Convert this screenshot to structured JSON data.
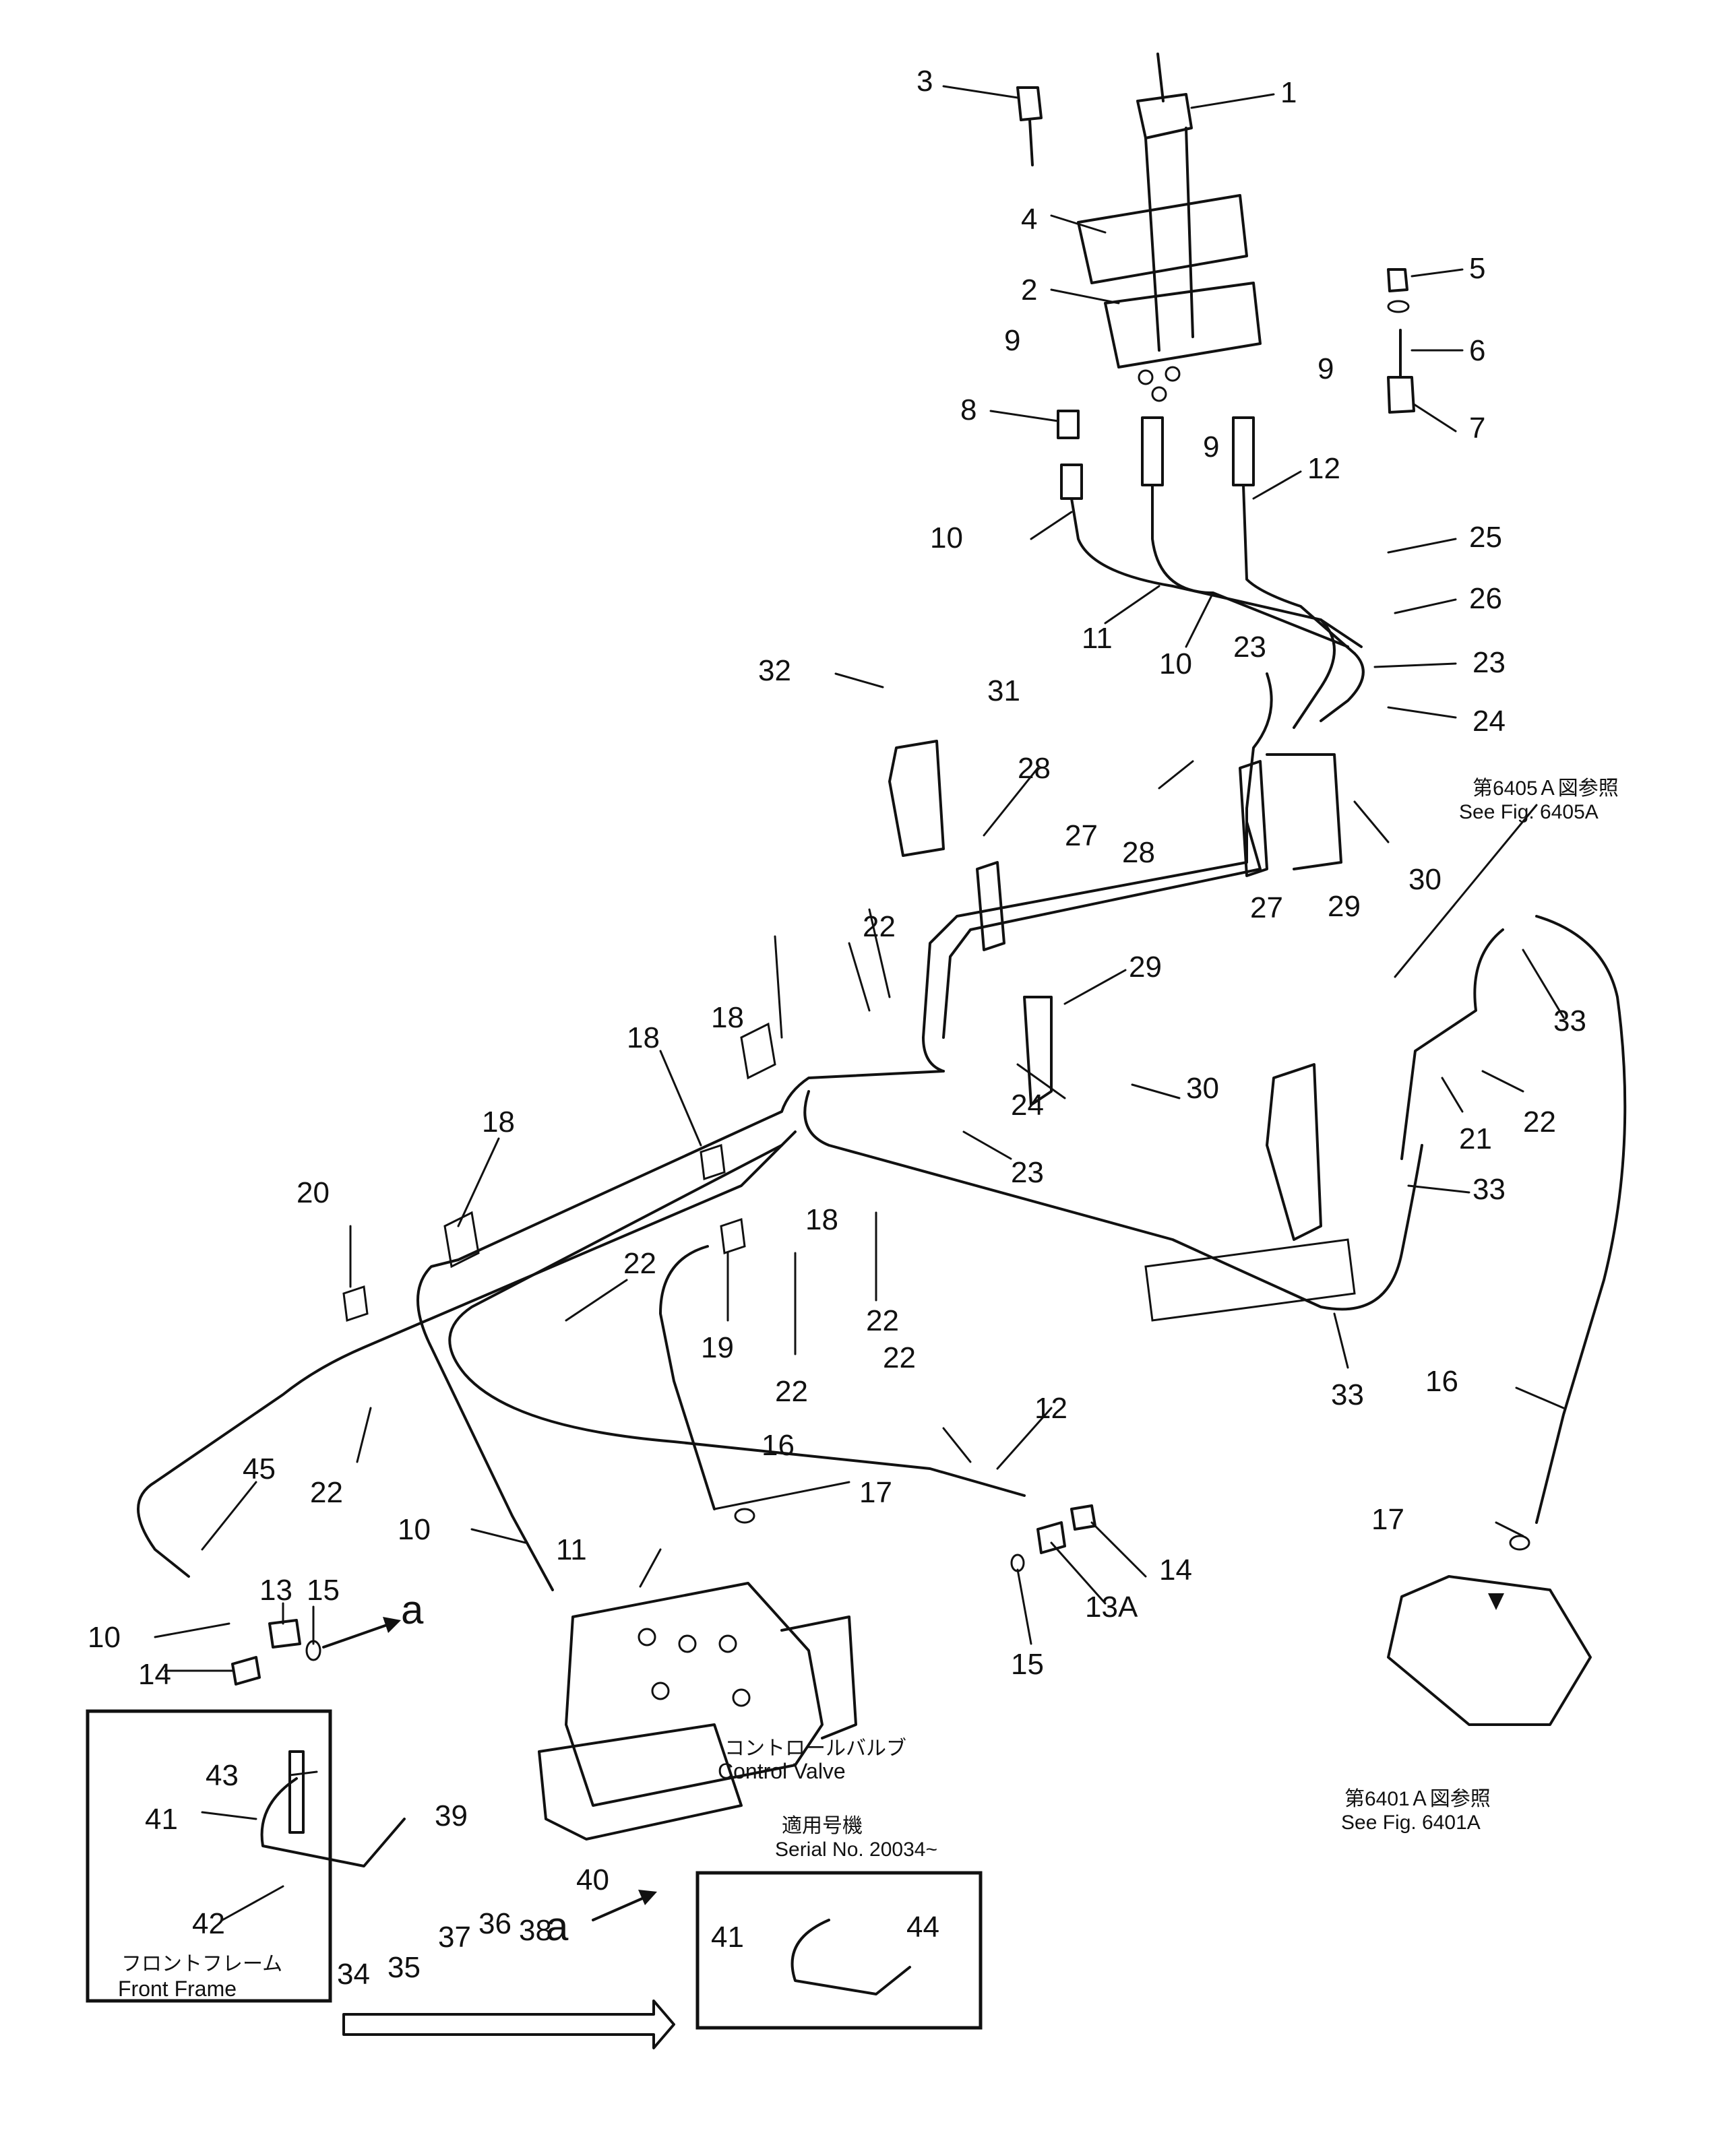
{
  "part_numbers": [
    "1",
    "2",
    "3",
    "4",
    "5",
    "6",
    "7",
    "8",
    "9",
    "9",
    "9",
    "10",
    "10",
    "10",
    "10",
    "11",
    "11",
    "12",
    "12",
    "13",
    "13A",
    "14",
    "14",
    "15",
    "15",
    "16",
    "16",
    "17",
    "17",
    "18",
    "18",
    "18",
    "18",
    "19",
    "20",
    "21",
    "22",
    "22",
    "22",
    "22",
    "22",
    "22",
    "22",
    "23",
    "23",
    "23",
    "24",
    "24",
    "25",
    "26",
    "27",
    "27",
    "28",
    "28",
    "29",
    "29",
    "30",
    "30",
    "31",
    "32",
    "33",
    "33",
    "33",
    "34",
    "35",
    "36",
    "37",
    "38",
    "39",
    "40",
    "41",
    "41",
    "42",
    "43",
    "44",
    "45"
  ],
  "callouts": {
    "a_left": "a",
    "a_bottom": "a"
  },
  "refs": {
    "ref_6405a_jp": "第6405Ａ図参照",
    "ref_6405a_en": "See Fig. 6405A",
    "ref_6401a_jp": "第6401Ａ図参照",
    "ref_6401a_en": "See Fig. 6401A"
  },
  "control_valve": {
    "jp": "コントロールバルブ",
    "en": "Control Valve"
  },
  "front_frame": {
    "jp": "フロントフレーム",
    "en": "Front Frame"
  },
  "serial": {
    "jp": "適用号機",
    "en": "Serial No. 20034~"
  }
}
